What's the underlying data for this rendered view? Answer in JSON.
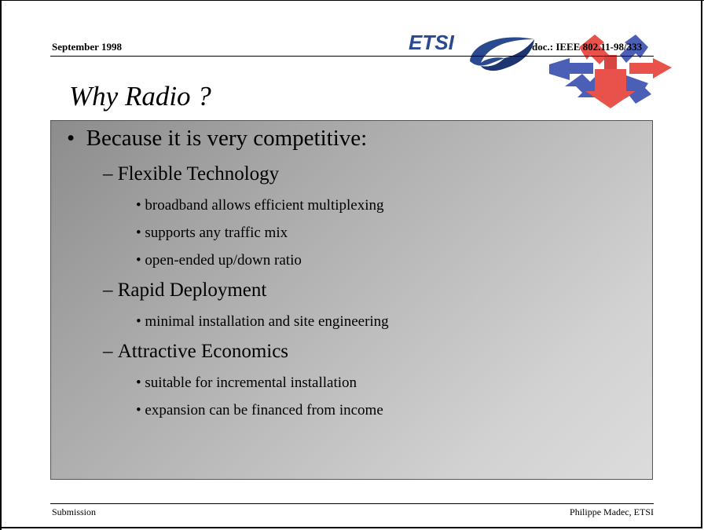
{
  "header": {
    "date": "September 1998",
    "doc_id": "doc.: IEEE 802.11-98/333",
    "logo_text": "ETSI"
  },
  "title": "Why Radio ?",
  "content": {
    "main_bullet": "Because it is very competitive:",
    "sections": [
      {
        "heading": "Flexible Technology",
        "points": [
          "broadband allows efficient multiplexing",
          "supports any traffic mix",
          "open-ended up/down ratio"
        ]
      },
      {
        "heading": "Rapid Deployment",
        "points": [
          "minimal installation and site engineering"
        ]
      },
      {
        "heading": "Attractive Economics",
        "points": [
          "suitable for incremental installation",
          "expansion can be financed from income"
        ]
      }
    ]
  },
  "footer": {
    "left": "Submission",
    "right": "Philippe Madec, ETSI"
  },
  "colors": {
    "arrow_red": "#e8524a",
    "arrow_blue": "#4a5fb5",
    "etsi_blue": "#2a4a8f"
  }
}
